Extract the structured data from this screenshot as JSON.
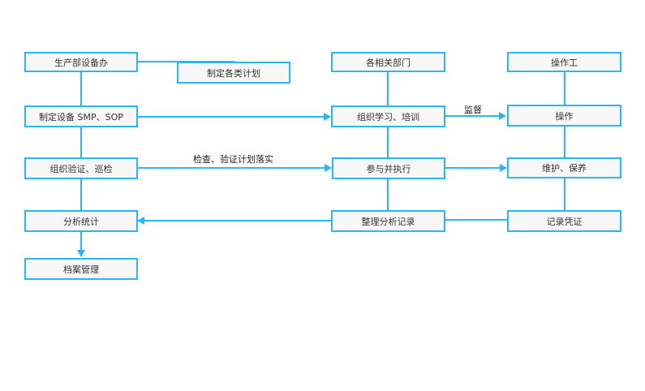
{
  "nodes": {
    "production_office": "生产部设备办",
    "make_plans": "制定各类计划",
    "make_smp_sop": "制定设备 SMP、SOP",
    "organize_verify_patrol": "组织验证、巡检",
    "analysis_statistics": "分析统计",
    "archive_management": "档案管理",
    "related_departments": "各相关部门",
    "organize_training": "组织学习、培训",
    "participate_execute": "参与并执行",
    "organize_records": "整理分析记录",
    "operator": "操作工",
    "operate": "操作",
    "maintain": "维护、保养",
    "record_voucher": "记录凭证"
  },
  "labels": {
    "supervise": "监督",
    "check_implement": "检查、验证计划落实"
  },
  "colors": {
    "accent": "#29b6f6",
    "node_fill": "#f7f7f8",
    "text": "#333333"
  }
}
